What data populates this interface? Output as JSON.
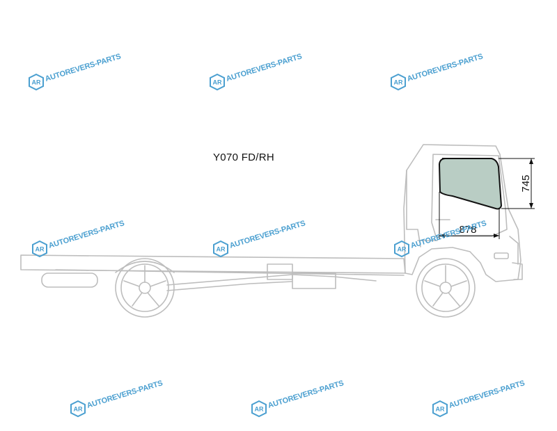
{
  "diagram": {
    "part_code": "Y070 FD/RH",
    "dimensions": {
      "height": "745",
      "width": "878"
    },
    "colors": {
      "outline": "#bdbdbd",
      "glass_fill": "#b9cdc4",
      "glass_edge": "#111111",
      "watermark": "#4a9fd0"
    }
  },
  "watermark": {
    "brand": "AUTOREVERS-PARTS",
    "logo": "AR",
    "icon": "hexagon-logo-icon"
  }
}
